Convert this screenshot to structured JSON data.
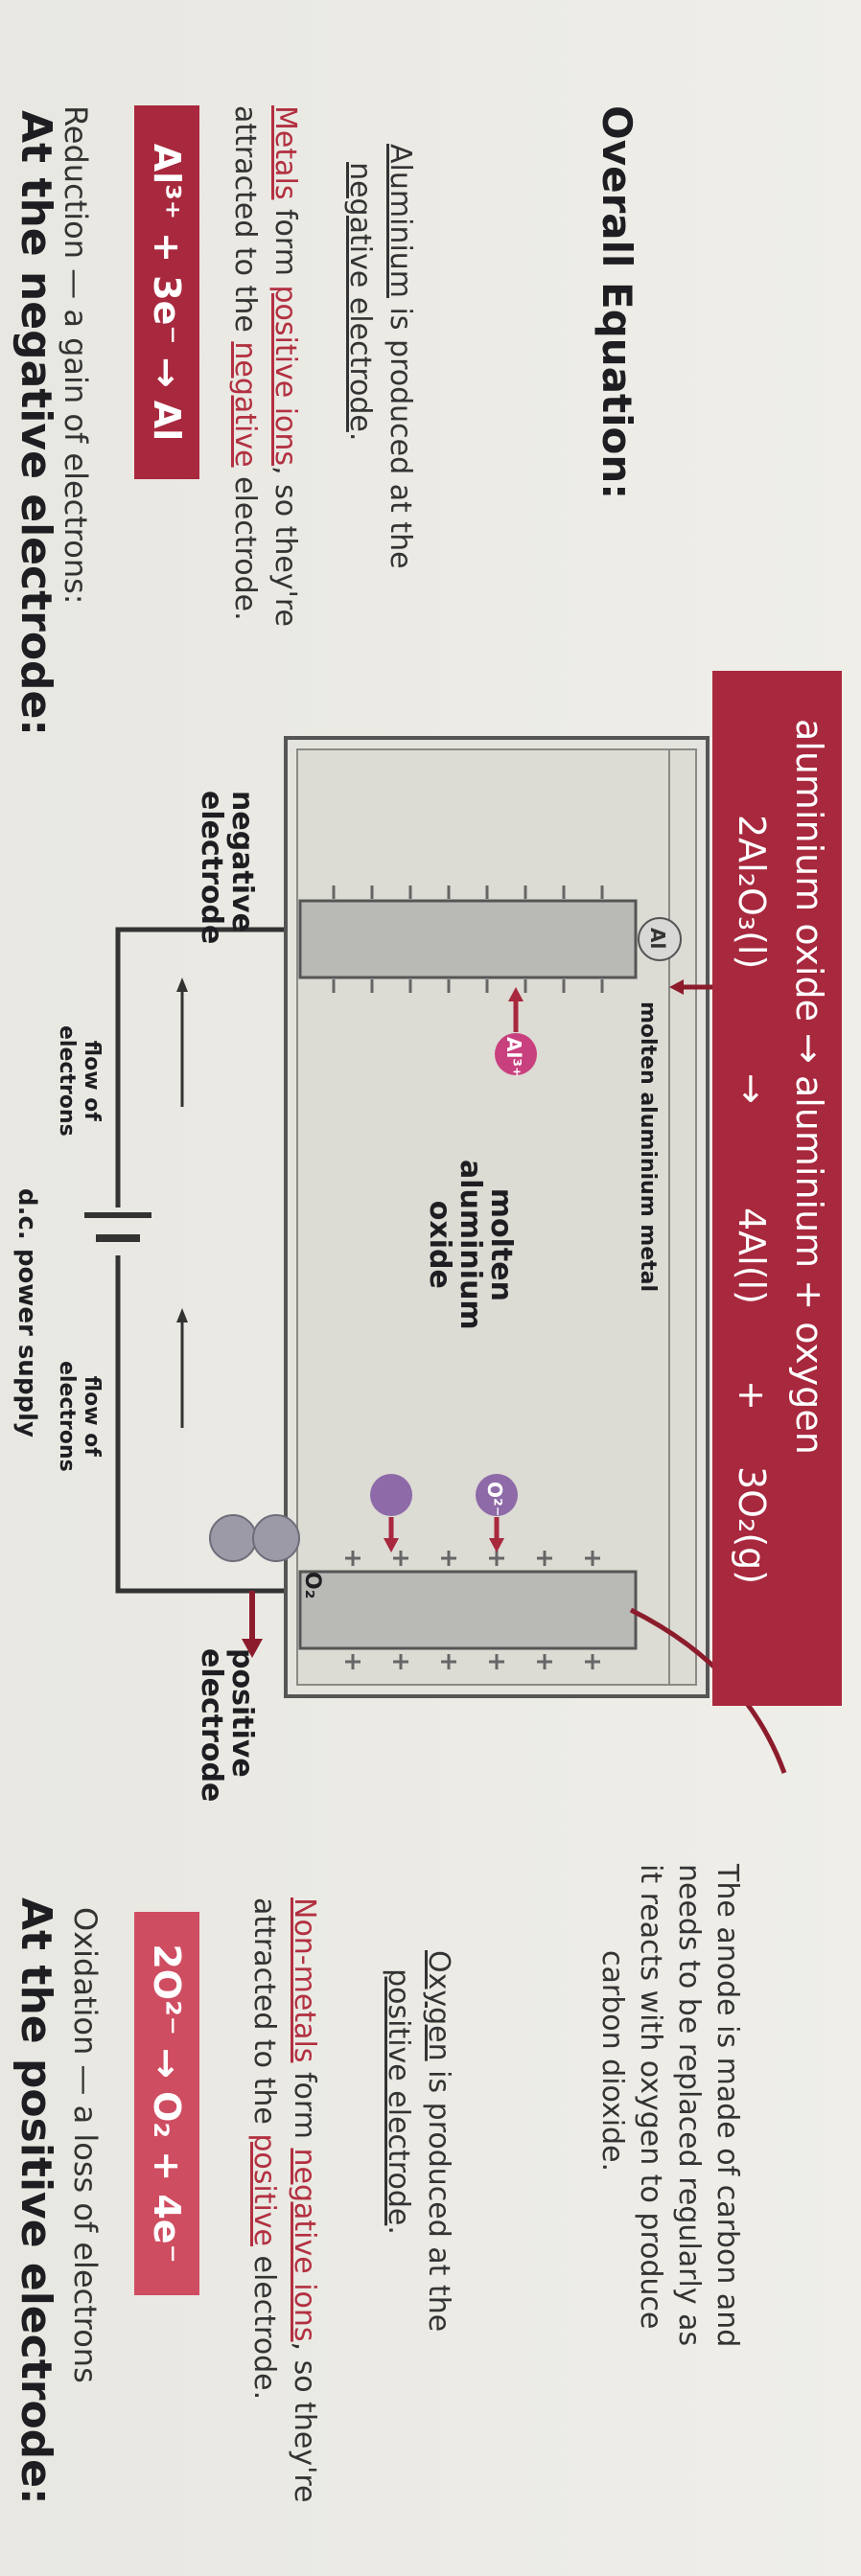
{
  "negative": {
    "heading": "At the negative electrode:",
    "subtitle": "Reduction — a gain of electrons:",
    "equation": "Al³⁺ + 3e⁻ → Al",
    "note1_a": "Metals",
    "note1_b": " form ",
    "note1_c": "positive ions",
    "note1_d": ", so they're",
    "note1_e": "attracted to the ",
    "note1_f": "negative",
    "note1_g": " electrode.",
    "note2_a": "Aluminium",
    "note2_b": " is produced at the",
    "note2_c": "negative electrode",
    "note2_d": "."
  },
  "positive": {
    "heading": "At the positive electrode:",
    "subtitle": "Oxidation — a loss of electrons",
    "equation": "2O²⁻ → O₂ + 4e⁻",
    "note1_a": "Non-metals",
    "note1_b": " form ",
    "note1_c": "negative ions",
    "note1_d": ", so they're",
    "note1_e": "attracted to the ",
    "note1_f": "positive",
    "note1_g": " electrode.",
    "note2_a": "Oxygen",
    "note2_b": " is produced at the",
    "note2_c": "positive electrode",
    "note2_d": ".",
    "anode_note": [
      "The anode is made of carbon and",
      "needs to be replaced regularly as",
      "it reacts with oxygen to produce",
      "carbon dioxide."
    ]
  },
  "diagram": {
    "power_supply": "d.c. power supply",
    "flow_left": [
      "flow of",
      "electrons"
    ],
    "flow_right": [
      "flow of",
      "electrons"
    ],
    "neg_electrode": [
      "negative",
      "electrode"
    ],
    "pos_electrode": [
      "positive",
      "electrode"
    ],
    "molten_label": [
      "molten",
      "aluminium",
      "oxide"
    ],
    "molten_metal": "molten aluminium metal",
    "o2_label": "O₂",
    "ion_al3": "Al³⁺",
    "ion_o2": "O²⁻",
    "ion_al": "Al"
  },
  "overall": {
    "label": "Overall Equation:",
    "word_equation": "aluminium oxide → aluminium + oxygen",
    "reactant": "2Al₂O₃(l)",
    "arrow": "→",
    "product1": "4Al(l)",
    "plus": "+",
    "product2": "3O₂(g)"
  },
  "colors": {
    "red_box": "#a8283d",
    "pink_box": "#cf4d61",
    "ion_pink": "#c9407e",
    "ion_purple": "#8e6aa8",
    "electrode_grey": "#b9b9b6",
    "o2_grey": "#9c9aa6"
  }
}
